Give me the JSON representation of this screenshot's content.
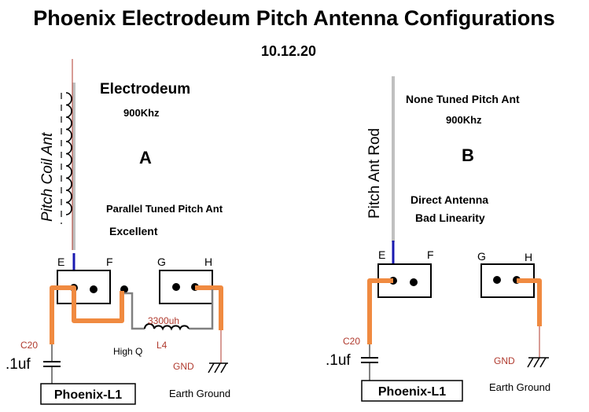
{
  "title": "Phoenix Electrodeum Pitch Antenna Configurations",
  "date": "10.12.20",
  "config_a": {
    "name": "Electrodeum",
    "freq": "900Khz",
    "letter": "A",
    "antenna_label": "Pitch Coil Ant",
    "type": "Parallel Tuned Pitch Ant",
    "quality": "Excellent",
    "terminals": [
      "E",
      "F",
      "G",
      "H"
    ],
    "inductor_value": "3300uh",
    "inductor_name": "L4",
    "inductor_note": "High Q",
    "cap_name": "C20",
    "cap_value": ".1uf",
    "module": "Phoenix-L1",
    "gnd_label": "GND",
    "ground_label": "Earth Ground"
  },
  "config_b": {
    "type": "None Tuned Pitch Ant",
    "freq": "900Khz",
    "letter": "B",
    "antenna_label": "Pitch Ant Rod",
    "note1": "Direct Antenna",
    "note2": "Bad Linearity",
    "terminals": [
      "E",
      "F",
      "G",
      "H"
    ],
    "cap_name": "C20",
    "cap_value": ".1uf",
    "module": "Phoenix-L1",
    "gnd_label": "GND",
    "ground_label": "Earth Ground"
  },
  "colors": {
    "wire": "#f08a40",
    "antenna_rod": "#c0c0c0",
    "antenna_feed": "#1a1ab0",
    "coil": "#000000",
    "label_red": "#b03a2e"
  }
}
